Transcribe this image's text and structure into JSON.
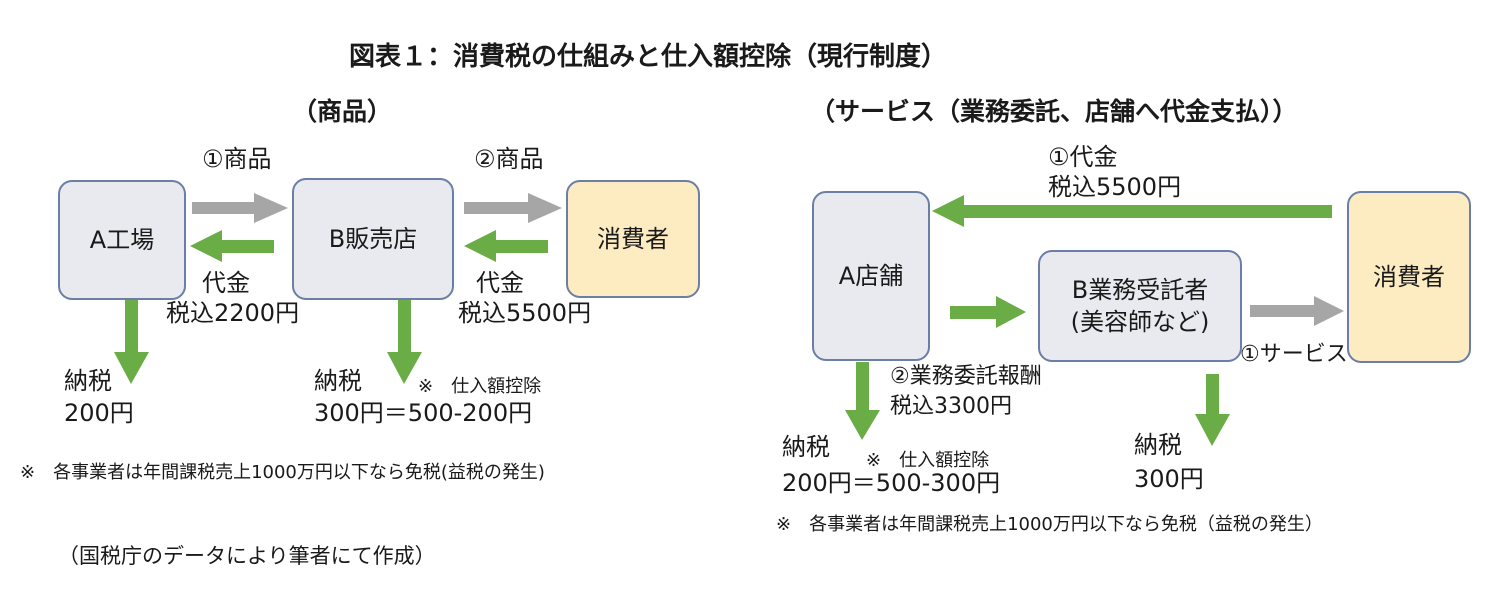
{
  "title": "図表１：消費税の仕組みと仕入額控除（現行制度）",
  "source": "（国税庁のデータにより筆者にて作成）",
  "left": {
    "heading": "（商品）",
    "boxes": {
      "a": "A工場",
      "b": "B販売店",
      "consumer": "消費者"
    },
    "flow1_label": "①商品",
    "flow2_label": "②商品",
    "pay_ab_1": "代金",
    "pay_ab_2": "税込2200円",
    "pay_bc_1": "代金",
    "pay_bc_2": "税込5500円",
    "tax_a_1": "納税",
    "tax_a_2": "200円",
    "tax_b_1": "納税",
    "tax_b_2": "300円＝500-200円",
    "deduction_note": "※　仕入額控除",
    "footnote": "※　各事業者は年間課税売上1000万円以下なら免税(益税の発生)"
  },
  "right": {
    "heading": "（サービス（業務委託、店舗へ代金支払））",
    "boxes": {
      "a": "A店舗",
      "b_1": "B業務受託者",
      "b_2": "(美容師など)",
      "consumer": "消費者"
    },
    "pay_1": "①代金",
    "pay_2": "税込5500円",
    "service_label": "①サービス",
    "commission_1": "②業務委託報酬",
    "commission_2": "税込3300円",
    "tax_a_1": "納税",
    "tax_a_2": "200円＝500-300円",
    "deduction_note": "※　仕入額控除",
    "tax_b_1": "納税",
    "tax_b_2": "300円",
    "footnote": "※　各事業者は年間課税売上1000万円以下なら免税（益税の発生）"
  },
  "colors": {
    "green_arrow": "#6aac45",
    "gray_arrow": "#a6a6a6",
    "box_border": "#6b7fa6",
    "box_fill": "#e8eaf0",
    "consumer_fill": "#fdebc2"
  }
}
